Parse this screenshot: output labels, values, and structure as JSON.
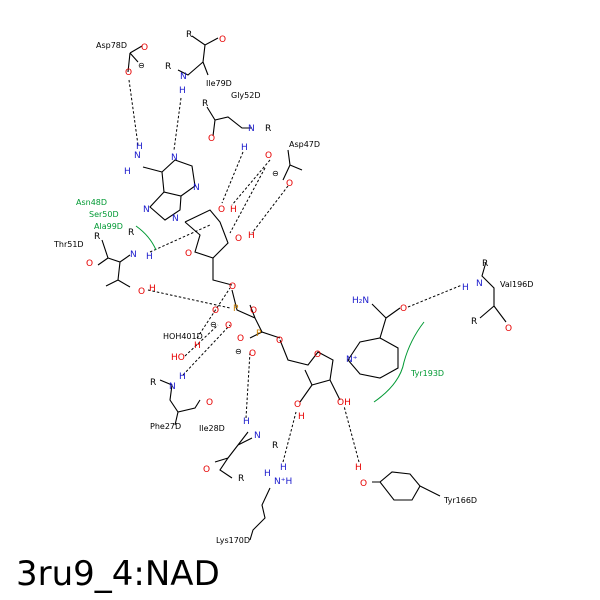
{
  "title": "3ru9_4:NAD",
  "residues": {
    "asp78": "Asp78D",
    "ile79": "Ile79D",
    "gly52": "Gly52D",
    "asp47": "Asp47D",
    "asn48": "Asn48D",
    "ser50": "Ser50D",
    "ala99": "Ala99D",
    "thr51": "Thr51D",
    "val196": "Val196D",
    "hoh401": "HOH401D",
    "tyr193": "Tyr193D",
    "phe27": "Phe27D",
    "ile28": "Ile28D",
    "tyr166": "Tyr166D",
    "lys170": "Lys170D"
  },
  "atoms": {
    "N": "N",
    "H": "H",
    "O": "O",
    "R": "R",
    "P": "P",
    "NH": "NH",
    "HN": "HN",
    "NH2": "H₂N",
    "OH": "OH",
    "HO": "HO",
    "NH3": "N⁺H",
    "Nplus": "N⁺",
    "minus": "⊖"
  },
  "colors": {
    "nitrogen": "#1a1acc",
    "oxygen": "#e60000",
    "phosphorus": "#cc8000",
    "hydrophobic": "#009933"
  }
}
